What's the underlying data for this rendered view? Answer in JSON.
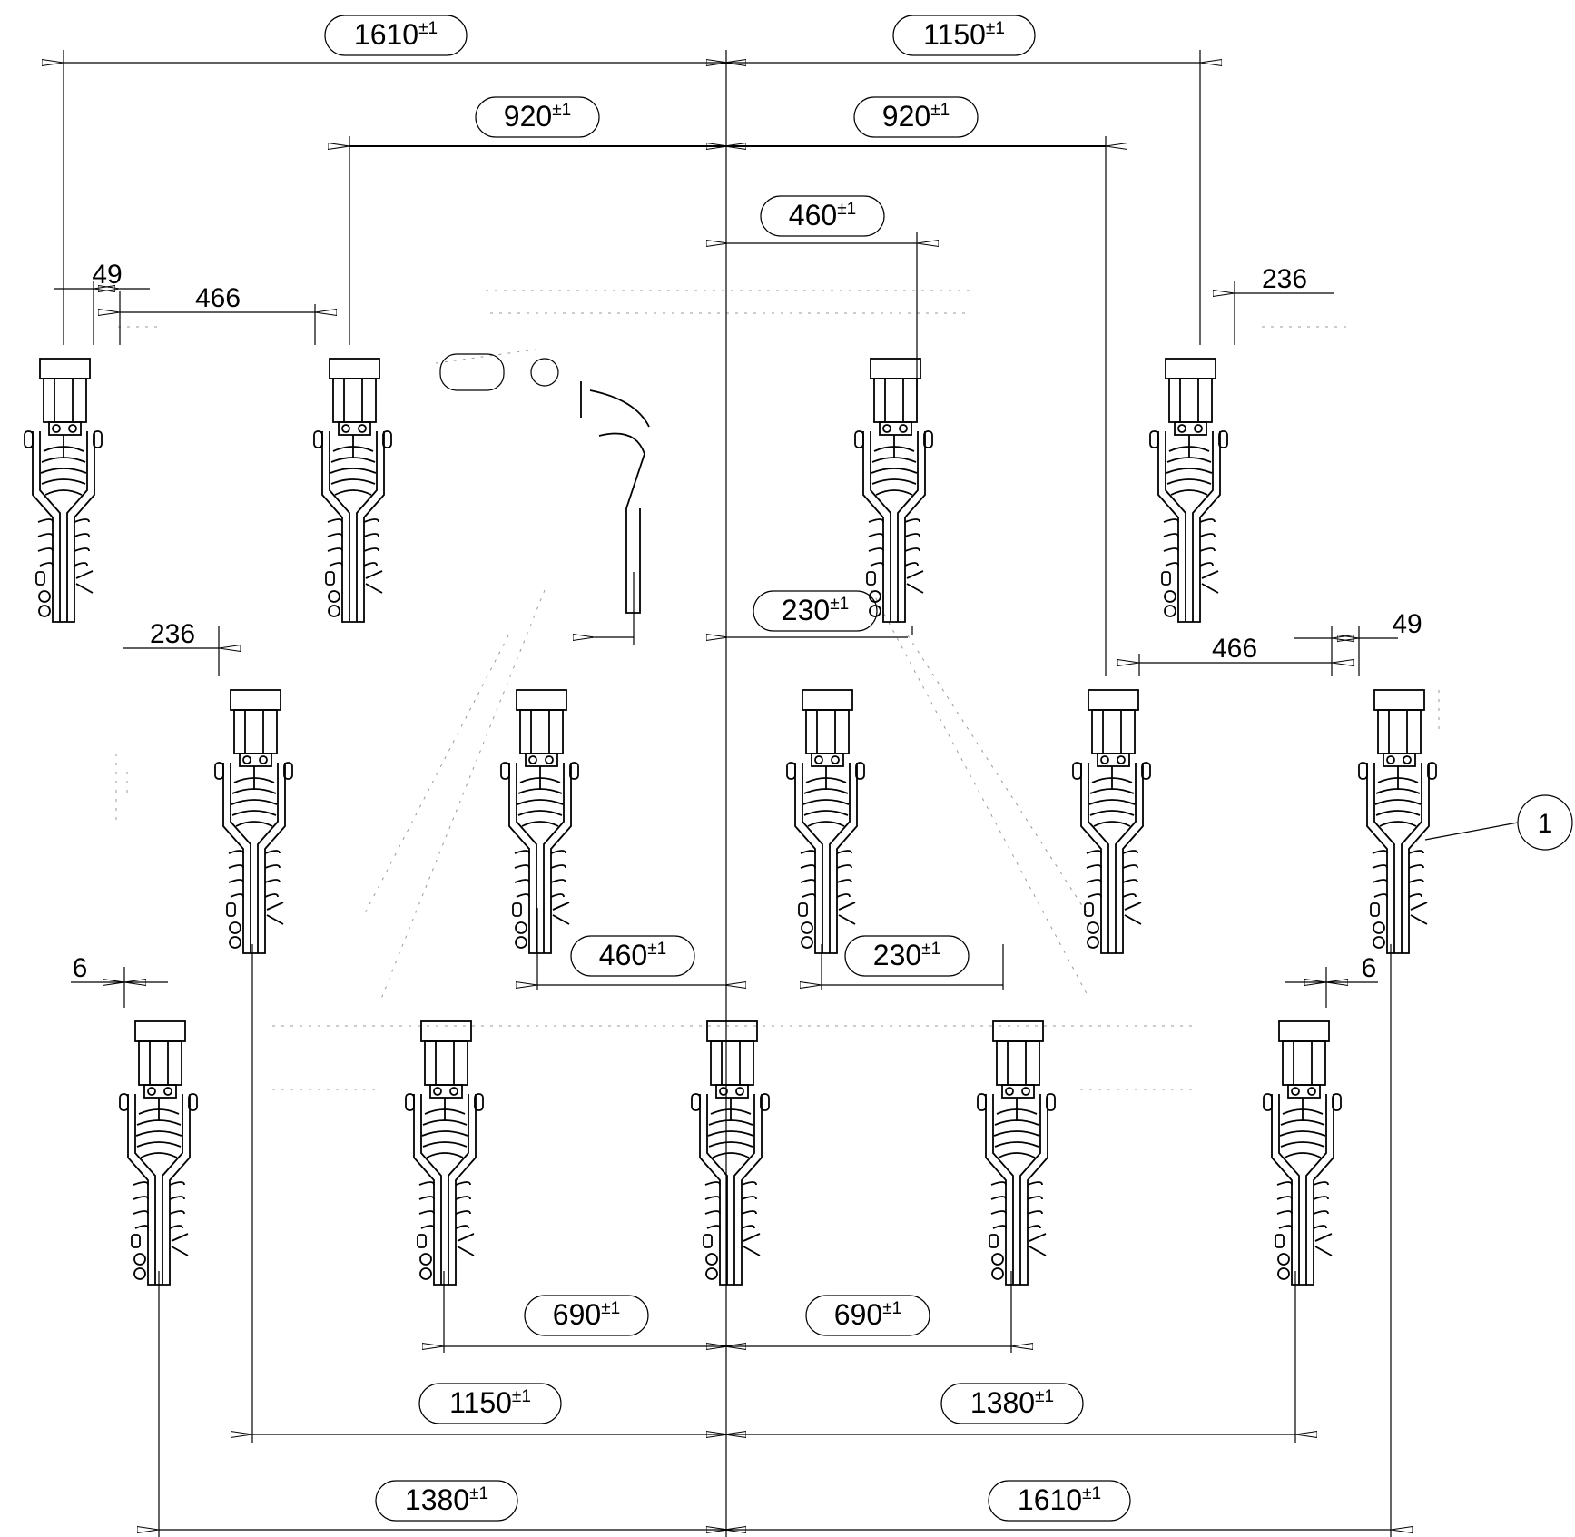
{
  "dimensions": [
    {
      "id": "top-left-1610",
      "value": "1610",
      "tolerance": "±1"
    },
    {
      "id": "top-right-1150",
      "value": "1150",
      "tolerance": "±1"
    },
    {
      "id": "top-left-920",
      "value": "920",
      "tolerance": "±1"
    },
    {
      "id": "top-right-920",
      "value": "920",
      "tolerance": "±1"
    },
    {
      "id": "top-460",
      "value": "460",
      "tolerance": "±1"
    },
    {
      "id": "mid-230",
      "value": "230",
      "tolerance": "±1"
    },
    {
      "id": "mid-460",
      "value": "460",
      "tolerance": "±1"
    },
    {
      "id": "mid-230b",
      "value": "230",
      "tolerance": "±1"
    },
    {
      "id": "bot-left-690",
      "value": "690",
      "tolerance": "±1"
    },
    {
      "id": "bot-right-690",
      "value": "690",
      "tolerance": "±1"
    },
    {
      "id": "bot-left-1150",
      "value": "1150",
      "tolerance": "±1"
    },
    {
      "id": "bot-right-1380",
      "value": "1380",
      "tolerance": "±1"
    },
    {
      "id": "bot-left-1380",
      "value": "1380",
      "tolerance": "±1"
    },
    {
      "id": "bot-right-1610",
      "value": "1610",
      "tolerance": "±1"
    }
  ],
  "plain_dimensions": {
    "gap_left_49": "49",
    "gap_left_466": "466",
    "gap_right_236": "236",
    "gap_left_236": "236",
    "gap_right_466": "466",
    "gap_right_49": "49",
    "gap_left_6": "6",
    "gap_right_6": "6"
  },
  "callout": {
    "label": "1"
  }
}
